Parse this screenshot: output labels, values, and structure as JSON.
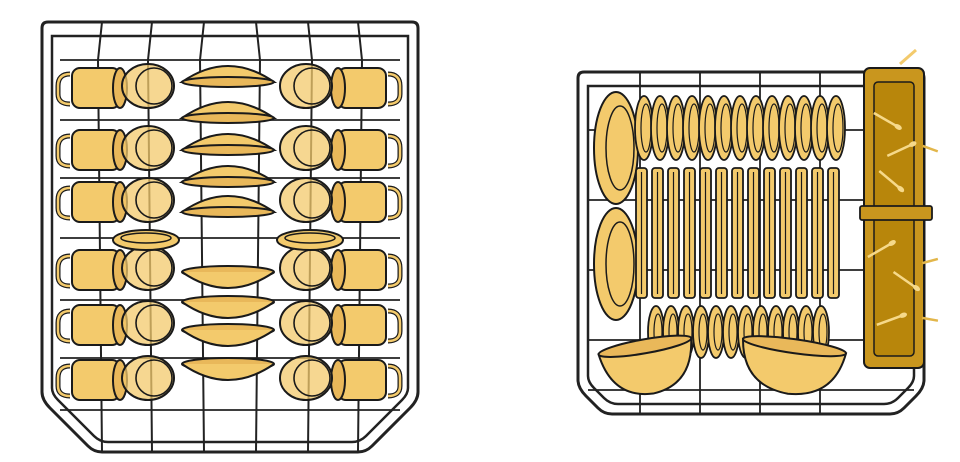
{
  "colors": {
    "background": "#ffffff",
    "rack_wire": "#222222",
    "dish_fill": "#f3ca6c",
    "dish_fill_alt": "#e9b85a",
    "cutlery_basket": "#c9961e",
    "cutlery_basket_inner": "#b8860b",
    "outline": "#1a1a1a"
  },
  "diagram": {
    "panels": [
      {
        "id": "upper-rack",
        "contents": [
          "cups",
          "glasses",
          "bowls",
          "saucers"
        ]
      },
      {
        "id": "lower-rack",
        "contents": [
          "plates",
          "bowls",
          "cutlery-basket"
        ]
      }
    ],
    "icons": {
      "cup": "mug-icon",
      "glass": "glass-icon",
      "bowl": "bowl-icon",
      "plate": "plate-icon",
      "cutlery": "cutlery-icon"
    }
  }
}
